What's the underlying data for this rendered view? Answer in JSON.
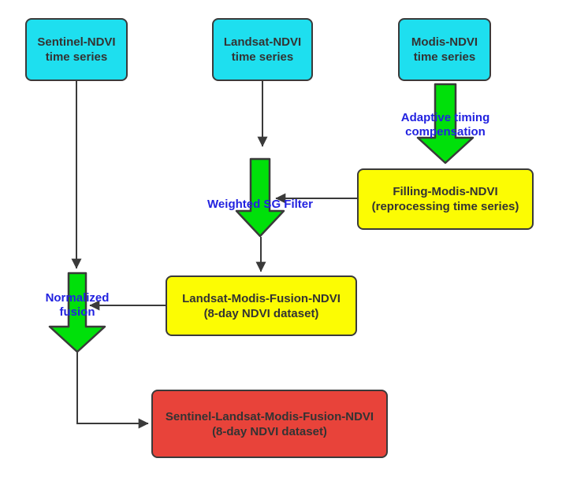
{
  "diagram": {
    "type": "flowchart",
    "background": "#ffffff",
    "nodes": {
      "sentinel": {
        "line1": "Sentinel-NDVI",
        "line2": "time series"
      },
      "landsat": {
        "line1": "Landsat-NDVI",
        "line2": "time series"
      },
      "modis": {
        "line1": "Modis-NDVI",
        "line2": "time series"
      },
      "filling": {
        "line1": "Filling-Modis-NDVI",
        "line2": "(reprocessing time series)"
      },
      "landsat_modis_fusion": {
        "line1": "Landsat-Modis-Fusion-NDVI",
        "line2": "(8-day NDVI dataset)"
      },
      "sentinel_landsat_modis_fusion": {
        "line1": "Sentinel-Landsat-Modis-Fusion-NDVI",
        "line2": "(8-day NDVI dataset)"
      }
    },
    "edge_labels": {
      "adaptive": {
        "line1": "Adaptive timing",
        "line2": "compensation"
      },
      "weighted": {
        "line1": "Weighted SG Filter"
      },
      "normalized": {
        "line1": "Normalized",
        "line2": "fusion"
      }
    },
    "colors": {
      "cyan_node": "#1EDFEF",
      "yellow_node": "#FCFC03",
      "red_node": "#E8433A",
      "green_arrow": "#00E00A",
      "connector": "#3A3A3A",
      "label_blue": "#2222E0",
      "node_text": "#333333"
    }
  }
}
